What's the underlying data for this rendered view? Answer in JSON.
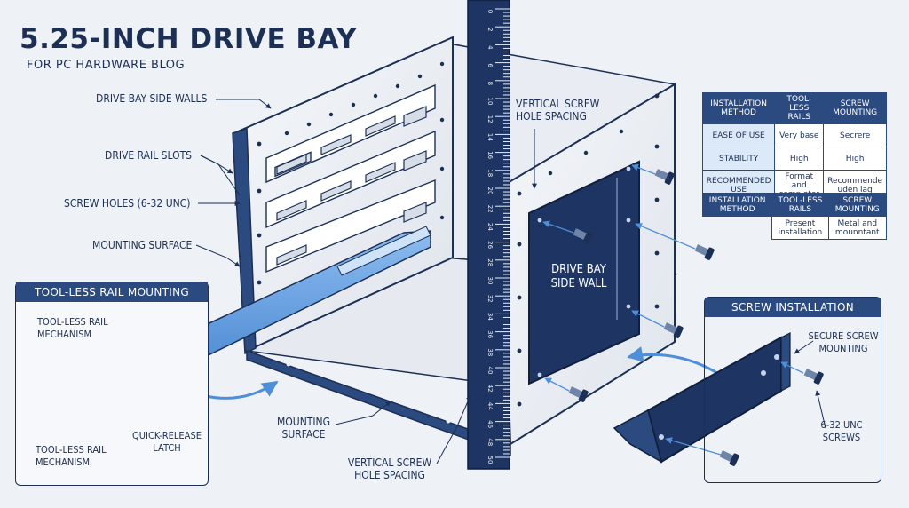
{
  "title": "5.25-INCH DRIVE BAY",
  "subtitle": "FOR PC HARDWARE BLOG",
  "callouts": {
    "side_walls": "DRIVE BAY SIDE WALLS",
    "rail_slots": "DRIVE RAIL SLOTS",
    "screw_holes": "SCREW HOLES (6-32 UNC)",
    "mounting_surface_left": "MOUNTING SURFACE",
    "vertical_spacing_top": "VERTICAL SCREW HOLE SPACING",
    "side_wall_label": "DRIVE BAY SIDE WALL",
    "mounting_surface_bottom": "MOUNTING SURFACE",
    "vertical_spacing_bottom": "VERTICAL SCREW HOLE SPACING"
  },
  "toolless_panel": {
    "header": "TOOL-LESS RAIL MOUNTING",
    "mechanism_top": "TOOL-LESS RAIL MECHANISM",
    "quick_release": "QUICK-RELEASE LATCH",
    "mechanism_bottom": "TOOL-LESS RAIL MECHANISM"
  },
  "screw_panel": {
    "header": "SCREW INSTALLATION",
    "secure": "SECURE SCREW MOUNTING",
    "screws": "6-32 UNC SCREWS"
  },
  "table1": {
    "headers": [
      "INSTALLATION METHOD",
      "TOOL-LESS RAILS",
      "SCREW MOUNTING"
    ],
    "rows": [
      [
        "EASE OF USE",
        "Very base",
        "Secrere"
      ],
      [
        "STABILITY",
        "High",
        "High"
      ],
      [
        "RECOMMENDED USE",
        "Format and compioter",
        "Recommende uden lag"
      ]
    ]
  },
  "table2": {
    "headers": [
      "INSTALLATION METHOD",
      "TOOL-LESS RAILS",
      "SCREW MOUNTING"
    ],
    "rows": [
      [
        "",
        "Present installation",
        "Metal and mounntant"
      ]
    ]
  },
  "ruler": {
    "labels": [
      "0",
      "2",
      "4",
      "6",
      "8",
      "10",
      "12",
      "14",
      "16",
      "18",
      "20",
      "22",
      "24",
      "26",
      "28",
      "30",
      "32",
      "34",
      "36",
      "38",
      "40",
      "42",
      "44",
      "46",
      "48",
      "50"
    ]
  },
  "colors": {
    "navy": "#1c2f55",
    "steel": "#2b4a7f",
    "rail_blue": "#5b9be0",
    "light": "#a9ccf2",
    "panel": "#f6f8fb"
  }
}
